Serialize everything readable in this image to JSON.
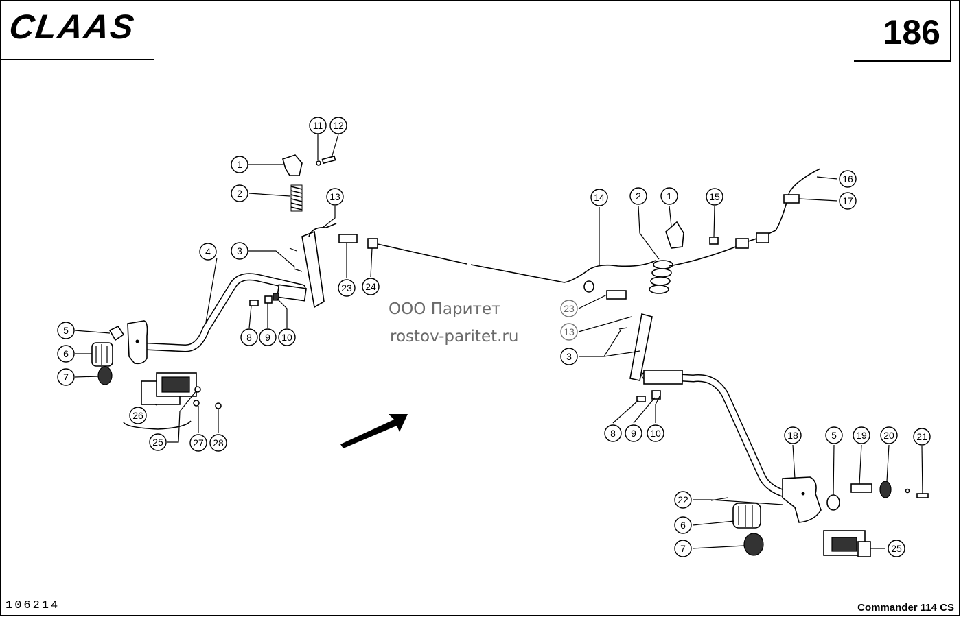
{
  "header": {
    "brand": "CLAAS",
    "page_number": "186"
  },
  "footer": {
    "drawing_number": "106214",
    "model": "Commander 114 CS"
  },
  "watermark": {
    "line1": "ООО Паритет",
    "line2": "rostov-paritet.ru"
  },
  "callouts": {
    "left": [
      "1",
      "11",
      "12",
      "2",
      "13",
      "4",
      "3",
      "23",
      "24",
      "8",
      "9",
      "10",
      "5",
      "6",
      "7",
      "26",
      "25",
      "27",
      "28"
    ],
    "right": [
      "14",
      "2",
      "1",
      "15",
      "16",
      "17",
      "23",
      "13",
      "3",
      "8",
      "9",
      "10",
      "18",
      "5",
      "19",
      "20",
      "21",
      "22",
      "6",
      "7",
      "25"
    ]
  }
}
